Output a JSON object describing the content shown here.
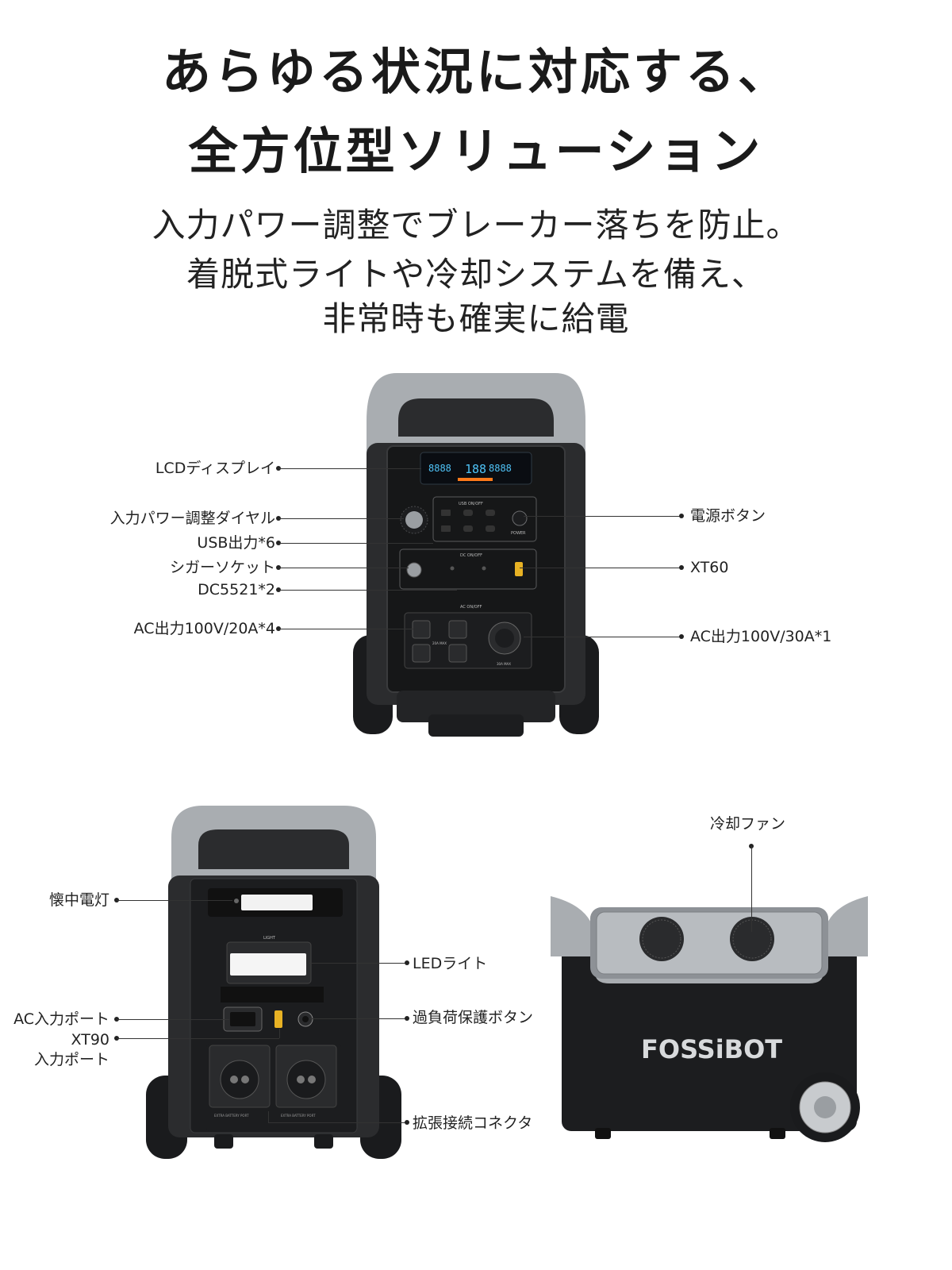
{
  "heading": {
    "line1": "あらゆる状況に対応する、",
    "line2": "全方位型ソリューション"
  },
  "subheading": {
    "line1": "入力パワー調整でブレーカー落ちを防止。",
    "line2": "着脱式ライトや冷却システムを備え、",
    "line3": "非常時も確実に給電"
  },
  "front_labels": {
    "lcd": "LCDディスプレイ",
    "dial": "入力パワー調整ダイヤル",
    "usb": "USB出力*6",
    "cigar": "シガーソケット",
    "dc5521": "DC5521*2",
    "ac20": "AC出力100V/20A*4",
    "power": "電源ボタン",
    "xt60": "XT60",
    "ac30": "AC出力100V/30A*1"
  },
  "back_labels": {
    "flashlight": "懐中電灯",
    "led": "LEDライト",
    "ac_in": "AC入力ポート",
    "overload": "過負荷保護ボタン",
    "xt90_line1": "XT90",
    "xt90_line2": "入力ポート",
    "expansion": "拡張接続コネクタ"
  },
  "side_labels": {
    "fan": "冷却ファン"
  },
  "device_text": {
    "lcd_digits_left": "8888",
    "lcd_digits_center": "188",
    "lcd_digits_right": "8888",
    "usb_onoff": "USB ON/OFF",
    "dc_onoff": "DC ON/OFF",
    "ac_onoff": "AC ON/OFF",
    "power_caption": "POWER",
    "ac20_caption": "20A MAX",
    "ac30_caption": "30A MAX",
    "extra_port_caption": "EXTRA BATTERY PORT",
    "light_caption": "LIGHT",
    "brand": "FOSSiBOT"
  },
  "colors": {
    "body_dark": "#2b2c2e",
    "body_black": "#1c1d1f",
    "handle_silver": "#a9adb1",
    "panel": "#161718",
    "lcd_blue": "#4fc3f7",
    "accent_orange": "#ff7a1a",
    "xt_yellow": "#e8b224"
  }
}
